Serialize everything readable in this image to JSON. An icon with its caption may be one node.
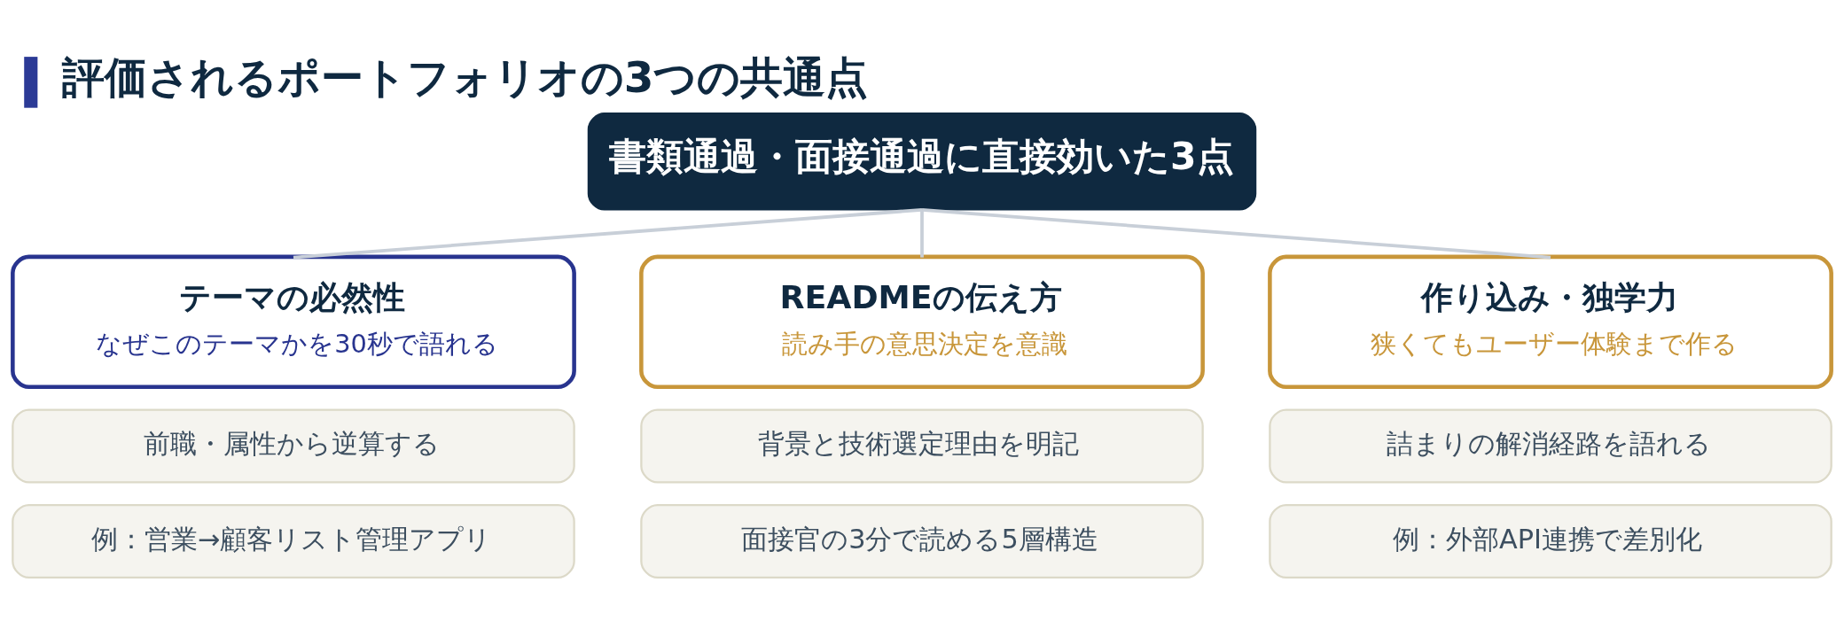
{
  "diagram": {
    "title": "評価されるポートフォリオの3つの共通点",
    "nodes": [
      {
        "text": [
          "書類通過・面接通過に直接効いた3点"
        ]
      },
      {
        "text": [
          "テーマの必然性",
          "なぜこのテーマかを30秒で語れる"
        ]
      },
      {
        "text": [
          "READMEの伝え方",
          "読み手の意思決定を意識"
        ]
      },
      {
        "text": [
          "作り込み・独学力",
          "狭くてもユーザー体験まで作る"
        ]
      },
      {
        "text": [
          "前職・属性から逆算する"
        ]
      },
      {
        "text": [
          "背景と技術選定理由を明記"
        ]
      },
      {
        "text": [
          "詰まりの解消経路を語れる"
        ]
      },
      {
        "text": [
          "例：営業→顧客リスト管理アプリ"
        ]
      },
      {
        "text": [
          "面接官の3分で読める5層構造"
        ]
      },
      {
        "text": [
          "例：外部API連携で差別化"
        ]
      }
    ],
    "edges": [
      {
        "from": 0,
        "to": 1,
        "arrow": "none"
      },
      {
        "from": 0,
        "to": 2,
        "arrow": "none"
      },
      {
        "from": 0,
        "to": 3,
        "arrow": "none"
      }
    ]
  }
}
